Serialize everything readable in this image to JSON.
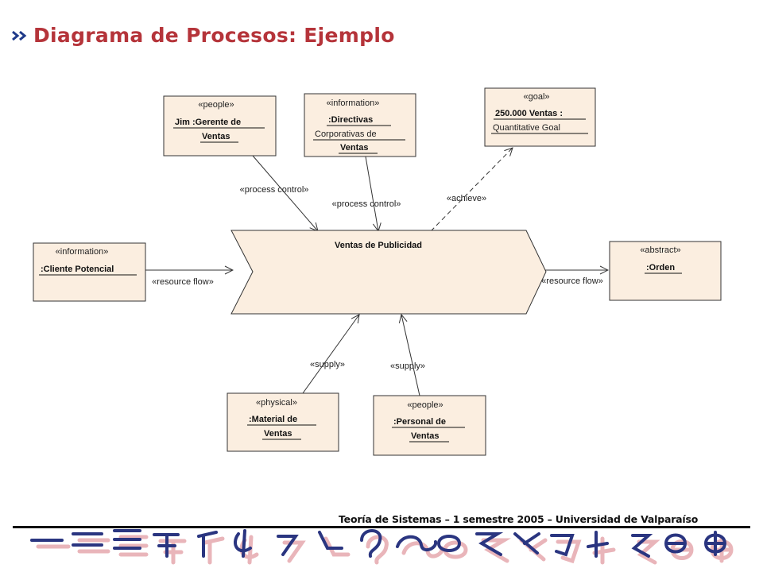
{
  "header": {
    "title": "Diagrama de Procesos: Ejemplo"
  },
  "diagram": {
    "process": {
      "label": "Ventas de Publicidad"
    },
    "boxes": {
      "people_jim": {
        "stereotype": "«people»",
        "name_line1": "Jim :Gerente de",
        "name_line2": "Ventas"
      },
      "info_directivas": {
        "stereotype": "«information»",
        "name_line1": ":Directivas",
        "name_line2": "Corporativas de",
        "name_line3": "Ventas"
      },
      "goal": {
        "stereotype": "«goal»",
        "name_line1": "250.000 Ventas :",
        "name_line2": "Quantitative Goal"
      },
      "info_cliente": {
        "stereotype": "«information»",
        "name_line1": ":Cliente Potencial"
      },
      "abstract_orden": {
        "stereotype": "«abstract»",
        "name_line1": ":Orden"
      },
      "physical_material": {
        "stereotype": "«physical»",
        "name_line1": ":Material de",
        "name_line2": "Ventas"
      },
      "people_personal": {
        "stereotype": "«people»",
        "name_line1": ":Personal de",
        "name_line2": "Ventas"
      }
    },
    "connectors": {
      "process_control_1": "«process control»",
      "process_control_2": "«process control»",
      "achieve": "«achieve»",
      "resource_flow_in": "«resource flow»",
      "resource_flow_out": "«resource flow»",
      "supply_1": "«supply»",
      "supply_2": "«supply»"
    }
  },
  "footer": {
    "text": "Teoría de Sistemas – 1 semestre 2005 – Universidad de Valparaíso"
  },
  "colors": {
    "title": "#b5343a",
    "box_fill": "#fbeee0",
    "glyph": "#2a3580",
    "glyph_shadow": "#e6a9ae"
  }
}
